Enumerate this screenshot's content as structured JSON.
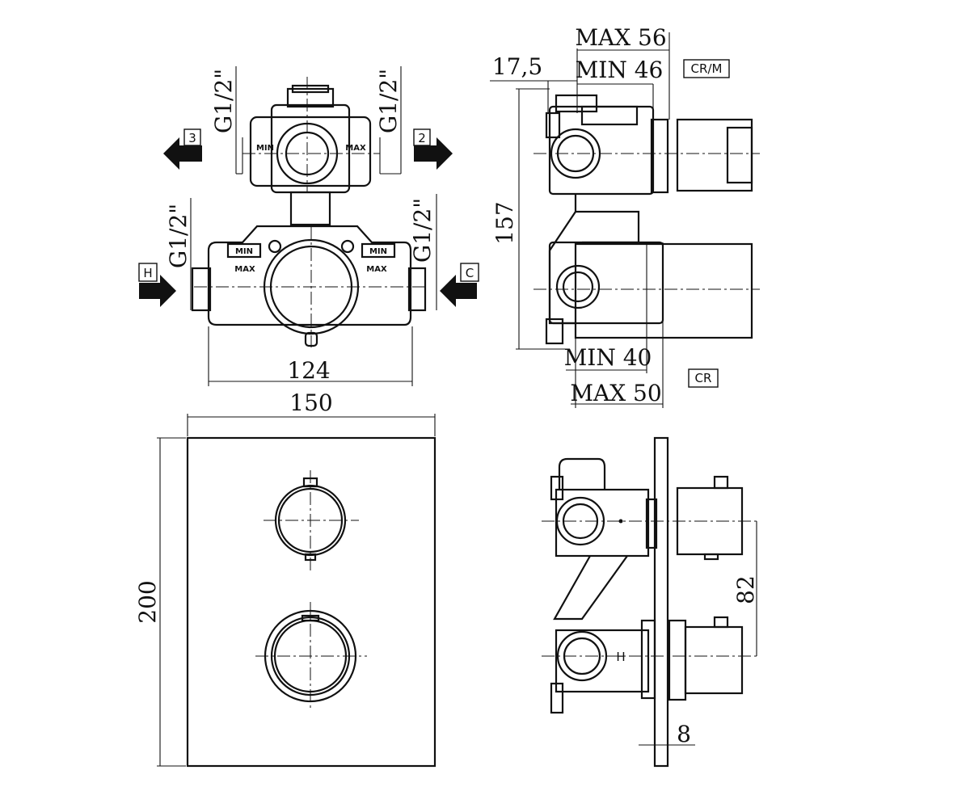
{
  "top_view": {
    "thread_upper_left": "G1/2\"",
    "thread_upper_right": "G1/2\"",
    "thread_lower_left": "G1/2\"",
    "thread_lower_right": "G1/2\"",
    "port_3": "3",
    "port_2": "2",
    "port_h": "H",
    "port_c": "C",
    "min_label": "MIN",
    "max_label": "MAX",
    "width_124": "124"
  },
  "side_view_top": {
    "max_56": "MAX 56",
    "min_46": "MIN 46",
    "offset_17_5": "17,5",
    "height_157": "157",
    "min_40": "MIN 40",
    "max_50": "MAX 50",
    "badge_crm": "CR/M",
    "badge_cr": "CR"
  },
  "front_plate": {
    "width_150": "150",
    "height_200": "200"
  },
  "side_view_bottom": {
    "spacing_82": "82",
    "depth_8": "8",
    "letter_h": "H"
  }
}
